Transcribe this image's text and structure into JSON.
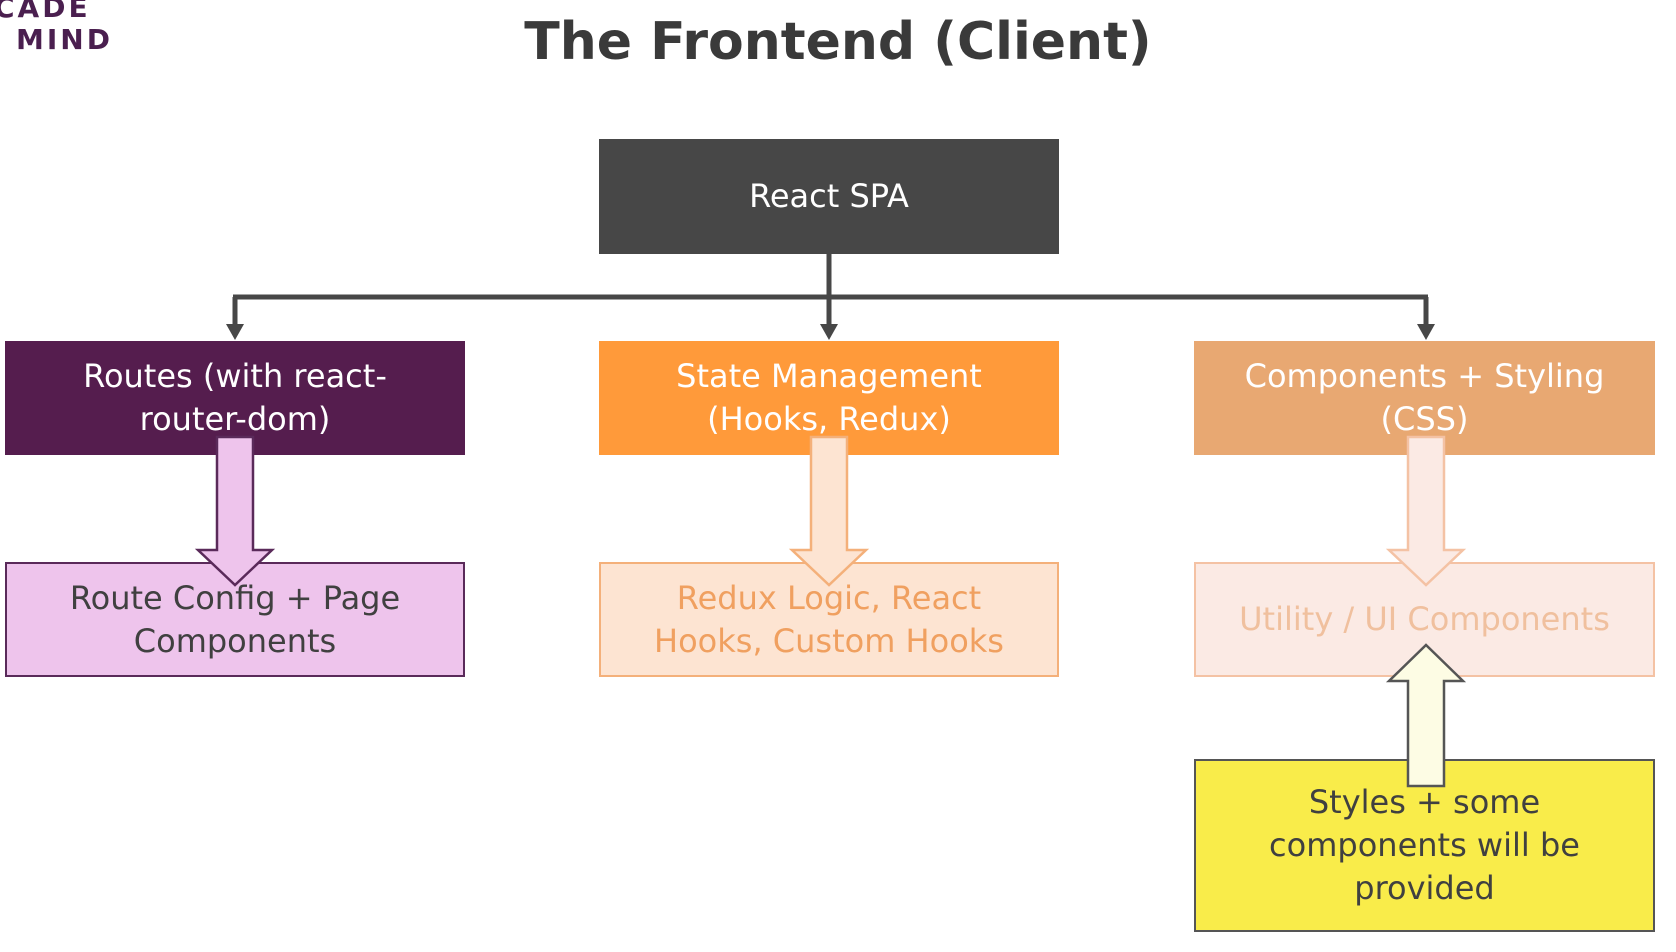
{
  "logo": {
    "line1": "CADE",
    "line2": "MIND"
  },
  "title": "The Frontend (Client)",
  "nodes": {
    "root": {
      "line1": "React SPA"
    },
    "routes": {
      "line1": "Routes (with react-",
      "line2": "router-dom)"
    },
    "state": {
      "line1": "State Management",
      "line2": "(Hooks, Redux)"
    },
    "components": {
      "line1": "Components + Styling",
      "line2": "(CSS)"
    },
    "route_config": {
      "line1": "Route Config + Page",
      "line2": "Components"
    },
    "redux_logic": {
      "line1": "Redux Logic, React",
      "line2": "Hooks, Custom Hooks"
    },
    "utility": {
      "line1": "Utility / UI Components"
    },
    "styles": {
      "line1": "Styles + some",
      "line2": "components will be",
      "line3": "provided"
    }
  },
  "colors": {
    "root": "#474747",
    "routes": "#551d4e",
    "state": "#ff9a3a",
    "components": "#e8a872",
    "route_config": "#eec4ec",
    "redux_logic": "#fde4d2",
    "utility": "#fbeae4",
    "styles": "#f9ec4a",
    "connector": "#474747"
  }
}
